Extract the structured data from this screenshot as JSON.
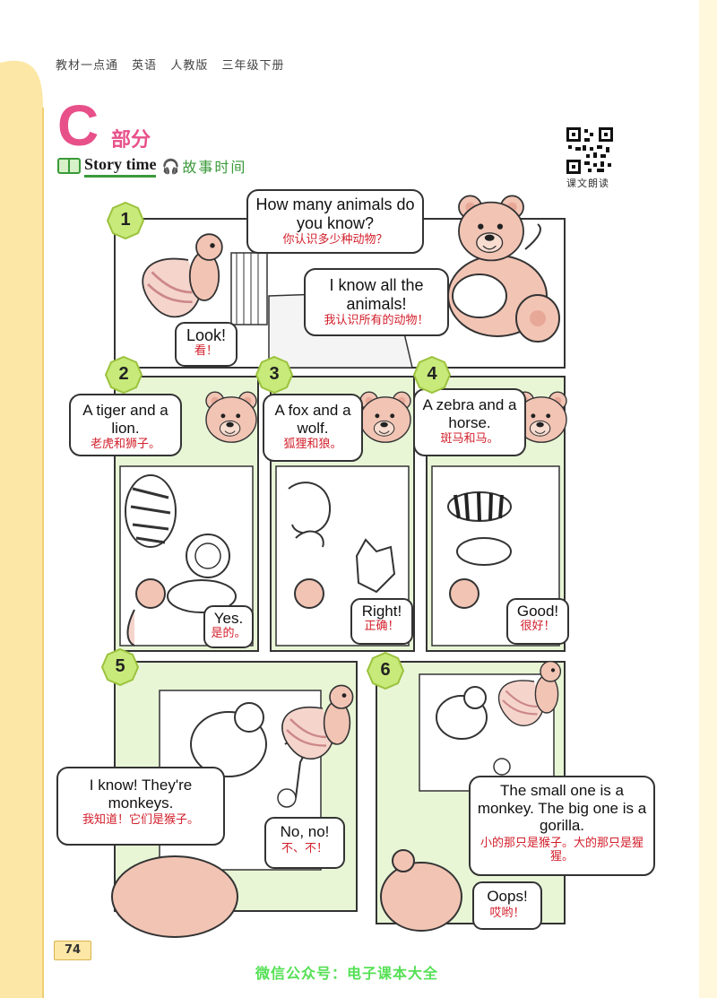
{
  "header": {
    "items": [
      "教材一点通",
      "英语",
      "人教版",
      "三年级下册"
    ]
  },
  "section": {
    "letter": "C",
    "title": "部分"
  },
  "story": {
    "label": "Story time",
    "cn": "故事时间"
  },
  "qr": {
    "label": "课文朗读"
  },
  "panels": [
    {
      "number": "1",
      "bubbles": [
        {
          "en": "How many animals do you know?",
          "zh": "你认识多少种动物？"
        },
        {
          "en": "I know all the animals!",
          "zh": "我认识所有的动物！"
        },
        {
          "en": "Look!",
          "zh": "看！"
        }
      ]
    },
    {
      "number": "2",
      "bubbles": [
        {
          "en": "A tiger and a lion.",
          "zh": "老虎和狮子。"
        },
        {
          "en": "Yes.",
          "zh": "是的。"
        }
      ]
    },
    {
      "number": "3",
      "bubbles": [
        {
          "en": "A fox and a wolf.",
          "zh": "狐狸和狼。"
        },
        {
          "en": "Right!",
          "zh": "正确！"
        }
      ]
    },
    {
      "number": "4",
      "bubbles": [
        {
          "en": "A zebra and a horse.",
          "zh": "斑马和马。"
        },
        {
          "en": "Good!",
          "zh": "很好！"
        }
      ]
    },
    {
      "number": "5",
      "bubbles": [
        {
          "en": "I know! They're monkeys.",
          "zh": "我知道！它们是猴子。"
        },
        {
          "en": "No, no!",
          "zh": "不、不！"
        }
      ]
    },
    {
      "number": "6",
      "bubbles": [
        {
          "en": "The small one is a monkey. The big one is a gorilla.",
          "zh": "小的那只是猴子。大的那只是猩猩。"
        },
        {
          "en": "Oops!",
          "zh": "哎哟！"
        }
      ]
    }
  ],
  "page_number": "74",
  "watermark": "微信公众号：电子课本大全",
  "colors": {
    "accent_pink": "#e8508a",
    "story_green": "#3a9a3a",
    "chinese_red": "#d21f2b",
    "page_yellow": "#fde7a6",
    "panel_green": "#e8f6d6",
    "bear": "#f2c4b4"
  }
}
